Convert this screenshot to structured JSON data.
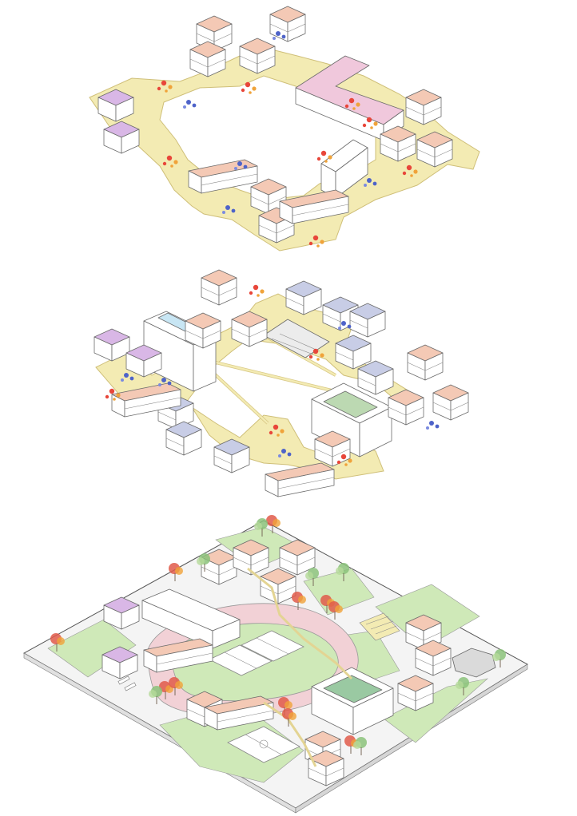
{
  "diagram": {
    "type": "exploded-axonometric",
    "layers": [
      {
        "name": "upper-level-walkway"
      },
      {
        "name": "middle-level-walkway"
      },
      {
        "name": "ground-site-plan"
      }
    ]
  },
  "colors": {
    "walkway": "#f3ebb3",
    "walkway_edge": "#d8c980",
    "roof_pink": "#f0c8dc",
    "roof_purple": "#d9b7e6",
    "roof_salmon": "#f4c9b5",
    "roof_blue": "#c8cde6",
    "roof_green": "#bcd9b2",
    "lawn": "#cfe9b8",
    "track": "#f2d1d6",
    "paving": "#ececec",
    "court_green": "#9ac9a2",
    "tree": "#e05a4a",
    "tree_green": "#8bc27a",
    "accent_red": "#e8463a",
    "accent_blue": "#4e63c9",
    "accent_orange": "#f0a33a"
  },
  "icons": [
    "people-activity-icon",
    "tree-icon",
    "bench-icon"
  ]
}
